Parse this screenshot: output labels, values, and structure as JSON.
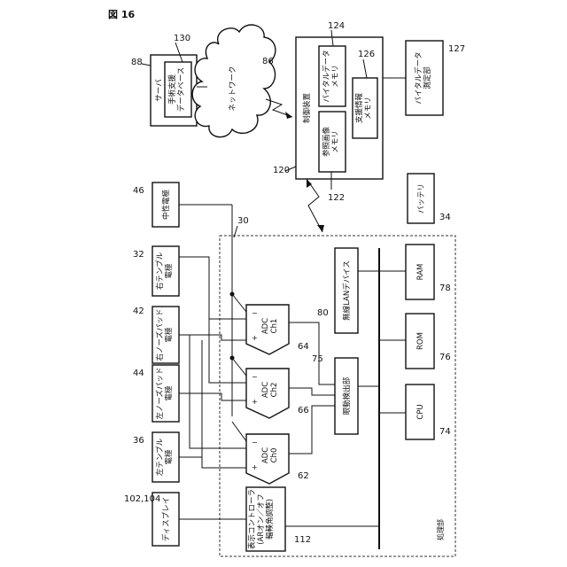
{
  "figure_label": "図 16",
  "blocks": {
    "server": {
      "label": "サーバ",
      "num": "88"
    },
    "surgery_db": {
      "label": "手術支援\nデータベース",
      "num": "130"
    },
    "network": {
      "label": "ネットワーク",
      "num": "86"
    },
    "control_device": {
      "label": "制御装置",
      "num": "120"
    },
    "vital_memory": {
      "label": "バイタルデータ\nメモリ",
      "num": "124"
    },
    "support_memory": {
      "label": "支援情報\nメモリ",
      "num": "126"
    },
    "reference_memory": {
      "label": "参照画像\nメモリ",
      "num": "122"
    },
    "vital_measure": {
      "label": "バイタルデータ\n測定部",
      "num": "127"
    },
    "neutral_electrode": {
      "label": "中性電極",
      "num": "46"
    },
    "battery": {
      "label": "バッテリ",
      "num": "34"
    },
    "right_temple": {
      "label": "右テンプル\n電極",
      "num": "32"
    },
    "right_nose": {
      "label": "右ノーズパッド\n電極",
      "num": "42"
    },
    "left_nose": {
      "label": "左ノーズパッド\n電極",
      "num": "44"
    },
    "left_temple": {
      "label": "左テンプル\n電極",
      "num": "36"
    },
    "display": {
      "label": "ディスプレイ",
      "num": "102,104"
    },
    "adc_ch1": {
      "label": "ADC\nCh1",
      "num": "64"
    },
    "adc_ch2": {
      "label": "ADC\nCh2",
      "num": "66"
    },
    "adc_ch0": {
      "label": "ADC\nCh0",
      "num": "62"
    },
    "wireless_lan": {
      "label": "無線LANデバイス",
      "num": "80"
    },
    "motion_detector": {
      "label": "眼動検出部",
      "num": "75"
    },
    "ram": {
      "label": "RAM",
      "num": "78"
    },
    "rom": {
      "label": "ROM",
      "num": "76"
    },
    "cpu": {
      "label": "CPU",
      "num": "74"
    },
    "display_controller": {
      "label": "表示コントローラ\n(ARオン／オフ\n輻輳角調整)",
      "num": "112"
    },
    "processing_unit": {
      "label": "処理部",
      "num": "30"
    }
  },
  "signs": {
    "minus": "−",
    "plus": "+"
  }
}
